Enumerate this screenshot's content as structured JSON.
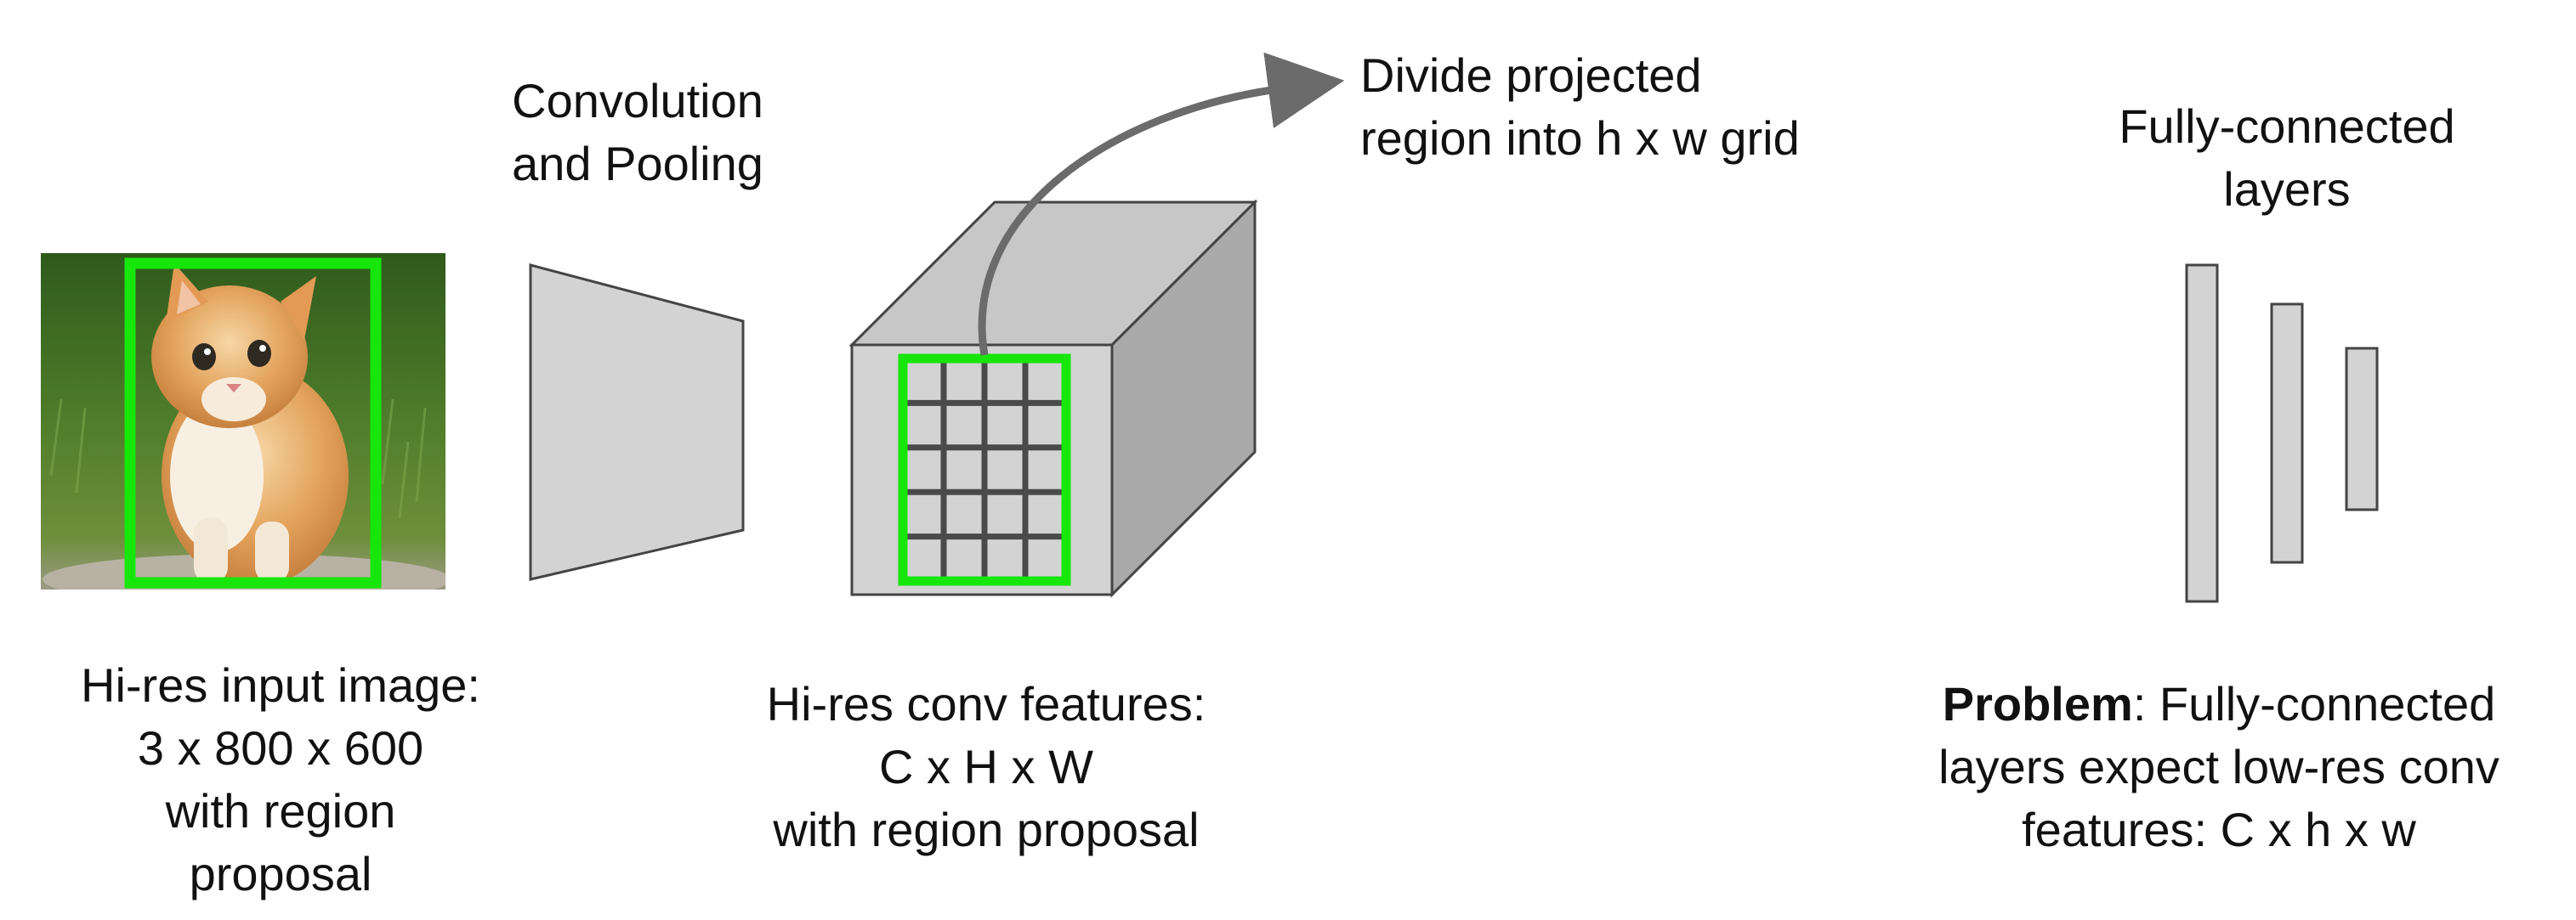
{
  "labels": {
    "conv_pool": [
      "Convolution",
      "and Pooling"
    ],
    "divide": [
      "Divide projected",
      "region into h x w grid"
    ],
    "fc": [
      "Fully-connected",
      "layers"
    ],
    "input": [
      "Hi-res input image:",
      "3 x 800 x 600",
      "with region",
      "proposal"
    ],
    "features": [
      "Hi-res conv features:",
      "C x H x W",
      "with region proposal"
    ],
    "problem": {
      "bold": "Problem",
      "line1_rest": ": Fully-connected",
      "line2": "layers expect low-res conv",
      "line3": "features: C x h x w"
    }
  },
  "colors": {
    "region_box": "#16e60a",
    "shape_fill": "#d3d3d3",
    "shape_side": "#a9a9a9",
    "shape_top": "#c7c7c7",
    "stroke": "#444444",
    "arrow": "#6b6b6b",
    "grid_line": "#4a4a4a"
  },
  "icons": {
    "input_image": "kitten-photo",
    "conv_block": "trapezoid",
    "feature_map": "cuboid",
    "fc_layers": "vertical-bars"
  },
  "grid": {
    "rows": 5,
    "cols": 4
  }
}
